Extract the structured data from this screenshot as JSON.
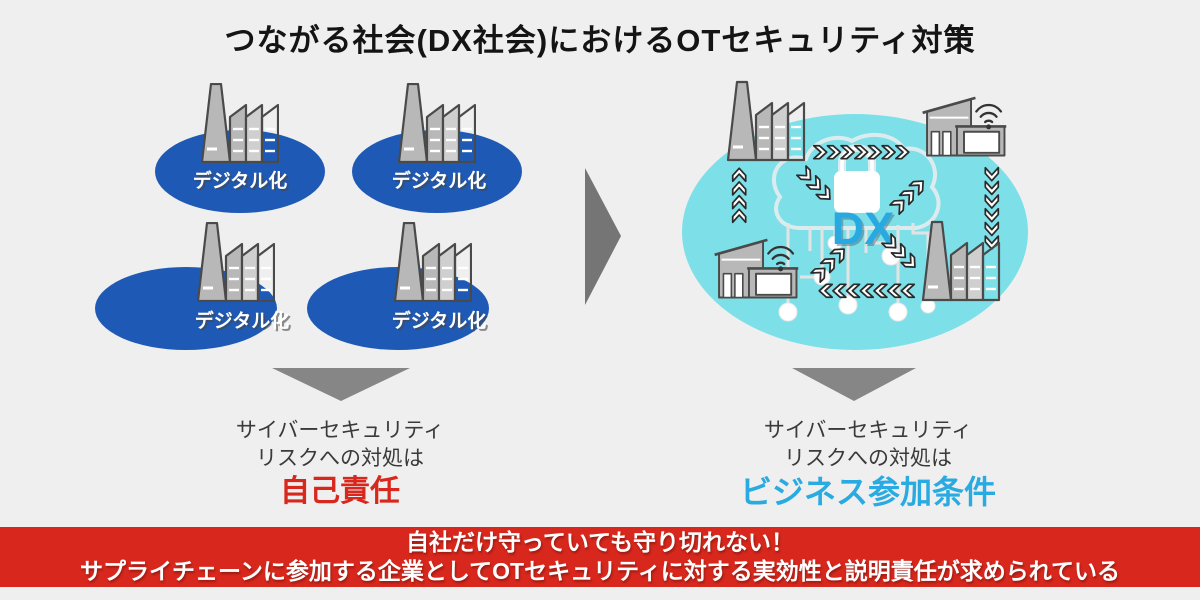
{
  "title": "つながる社会(DX社会)におけるOTセキュリティ対策",
  "left_side": {
    "clusters": [
      {
        "label": "デジタル化"
      },
      {
        "label": "デジタル化"
      },
      {
        "label": "デジタル化"
      },
      {
        "label": "デジタル化"
      }
    ]
  },
  "right_side": {
    "dx_label": "DX"
  },
  "conclusions": {
    "left": {
      "line1": "サイバーセキュリティ",
      "line2": "リスクへの対処は",
      "highlight": "自己責任",
      "highlight_color": "#d8271c"
    },
    "right": {
      "line1": "サイバーセキュリティ",
      "line2": "リスクへの対処は",
      "highlight": "ビジネス参加条件",
      "highlight_color": "#29abe2"
    }
  },
  "banner": {
    "line1": "自社だけ守っていても守り切れない！",
    "line2": "サプライチェーンに参加する企業としてOTセキュリティに対する実効性と説明責任が求められている",
    "background": "#d8271c"
  },
  "colors": {
    "page_background": "#efefef",
    "digital_ellipse_blue": "#1e5ab5",
    "dx_ellipse_cyan": "#7de0e8",
    "accent_red": "#d8271c",
    "accent_blue": "#29a9e1",
    "arrow_gray": "#757575",
    "down_triangle_gray": "#868686",
    "icon_gray": "#b8b8b8",
    "icon_outline": "#4a4a4a"
  },
  "icons": {
    "factory": "factory-icon",
    "smart_building": "smart-building-icon",
    "wifi": "wifi-icon",
    "cloud": "cloud-icon",
    "lock": "lock-icon",
    "chevron_arrows": "chevron-arrow-icon",
    "network_nodes": "network-node-icon"
  }
}
